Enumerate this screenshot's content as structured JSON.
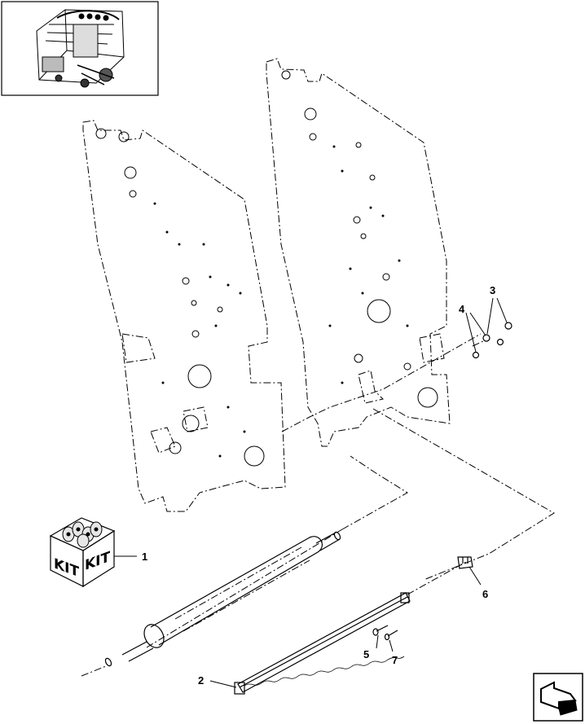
{
  "callouts": {
    "c1": "1",
    "c2": "2",
    "c3": "3",
    "c4": "4",
    "c5": "5",
    "c6": "6",
    "c7": "7"
  },
  "kit_box": {
    "left_label": "KIT",
    "right_label": "KIT"
  },
  "icons": {
    "overview": "baler-overview-thumbnail",
    "navigation": "next-page-arrow-icon"
  }
}
